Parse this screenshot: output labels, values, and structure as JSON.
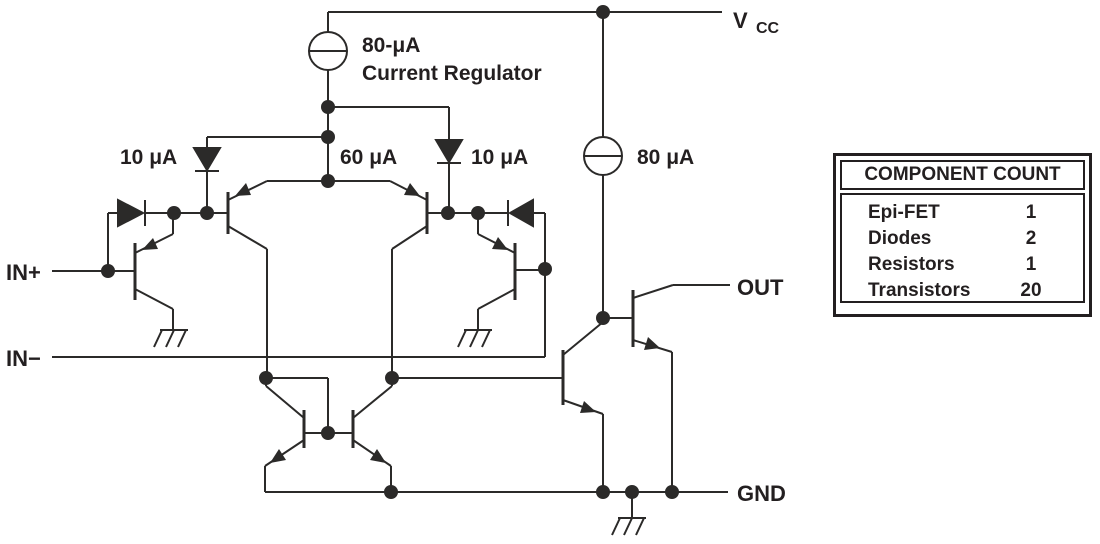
{
  "labels": {
    "vcc_main": "V",
    "vcc_sub": "CC",
    "out": "OUT",
    "gnd": "GND",
    "in_plus": "IN+",
    "in_minus": "IN−"
  },
  "currents": {
    "regulator_value": "80-μA",
    "regulator_name": "Current Regulator",
    "left_mirror_diode": "10 μA",
    "tail": "60 μA",
    "right_mirror_diode": "10 μA",
    "output_source": "80 μA"
  },
  "component_count": {
    "title": "COMPONENT COUNT",
    "rows": [
      {
        "label": "Epi-FET",
        "value": "1"
      },
      {
        "label": "Diodes",
        "value": "2"
      },
      {
        "label": "Resistors",
        "value": "1"
      },
      {
        "label": "Transistors",
        "value": "20"
      }
    ]
  },
  "colors": {
    "line": "#2b2a29",
    "text": "#231f20",
    "background": "#ffffff"
  }
}
